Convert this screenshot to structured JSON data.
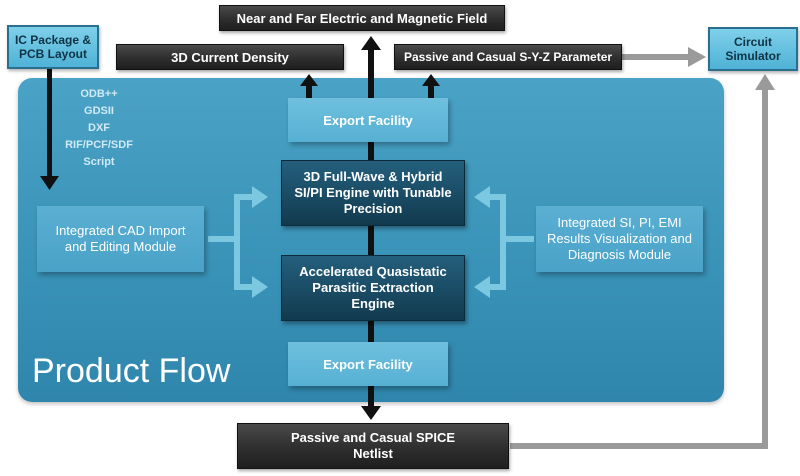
{
  "top_outputs": {
    "near_far_field": "Near and Far Electric and Magnetic Field",
    "current_density": "3D Current Density",
    "syz_parameter": "Passive and Casual S-Y-Z Parameter"
  },
  "inputs": {
    "ic_package": "IC Package & PCB Layout",
    "formats": [
      "ODB++",
      "GDSII",
      "DXF",
      "RIF/PCF/SDF",
      "Script"
    ]
  },
  "circuit_simulator": "Circuit Simulator",
  "panel": {
    "title": "Product Flow",
    "export_top": "Export Facility",
    "export_bottom": "Export Facility",
    "engine_fullwave": "3D Full-Wave & Hybrid SI/PI Engine with Tunable Precision",
    "engine_quasistatic": "Accelerated Quasistatic Parasitic Extraction Engine",
    "cad_import": "Integrated CAD Import and Editing Module",
    "visualization": "Integrated SI, PI, EMI Results Visualization and Diagnosis Module"
  },
  "bottom_output": "Passive and Casual SPICE Netlist",
  "colors": {
    "panel": "#3a93b8",
    "dark_box": "#2e2e2e",
    "engine_box": "#1a4b64",
    "light_box": "#6fc0de",
    "cyan_box": "#4fb2d6",
    "connector_arrow": "#7cc8e0",
    "gray_arrow": "#9a9a9a"
  }
}
